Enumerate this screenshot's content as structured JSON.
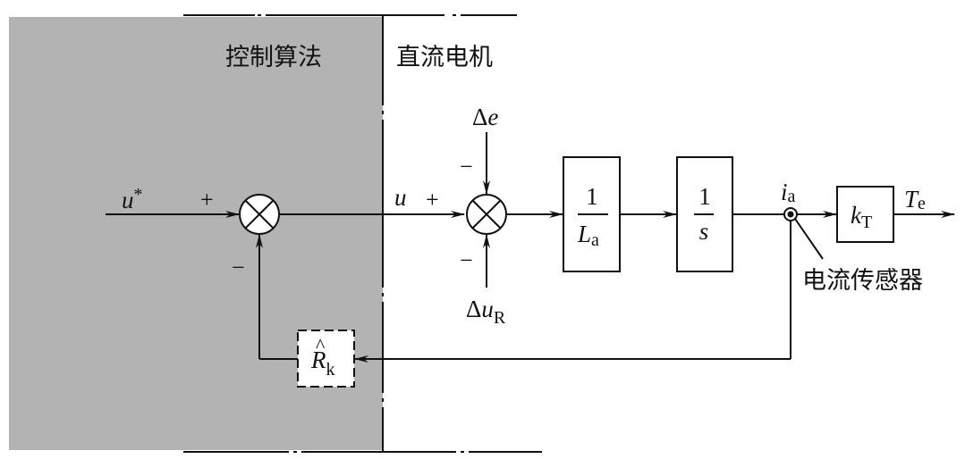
{
  "regions": {
    "controller": {
      "label": "控制算法",
      "fill": "#b3b3b3"
    },
    "plant": {
      "label": "直流电机",
      "fill": "#ffffff"
    }
  },
  "signals": {
    "reference": {
      "symbol": "u",
      "superscript": "*"
    },
    "voltage": {
      "symbol": "u"
    },
    "back_emf": {
      "prefix": "Δ",
      "symbol": "e"
    },
    "resistive_drop": {
      "prefix": "Δ",
      "symbol": "u",
      "subscript": "R"
    },
    "current": {
      "symbol": "i",
      "subscript": "a"
    },
    "torque": {
      "symbol": "T",
      "subscript": "e"
    }
  },
  "signs": {
    "sum1_reference": "+",
    "sum1_feedback": "−",
    "sum2_voltage": "+",
    "sum2_emf": "−",
    "sum2_ur": "−"
  },
  "blocks": {
    "inductance": {
      "numerator": "1",
      "den_symbol": "L",
      "den_subscript": "a"
    },
    "integrator": {
      "numerator": "1",
      "den_symbol": "s"
    },
    "torque_constant": {
      "symbol": "k",
      "subscript": "T"
    },
    "resistance_estimate": {
      "hat": "^",
      "symbol": "R",
      "subscript": "k",
      "style": "dashed"
    }
  },
  "annotations": {
    "current_sensor": "电流传感器"
  }
}
